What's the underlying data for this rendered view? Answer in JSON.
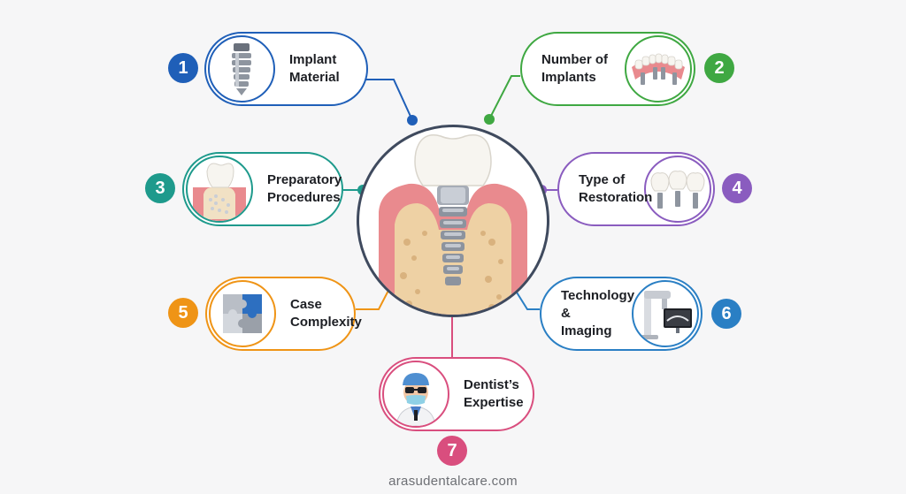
{
  "factors": [
    {
      "num": "1",
      "line1": "Implant",
      "line2": "Material",
      "color": "#1f5fb8",
      "icon": "implant-screw-icon"
    },
    {
      "num": "2",
      "line1": "Number of",
      "line2": "Implants",
      "color": "#3fa842",
      "icon": "full-arch-denture-icon"
    },
    {
      "num": "3",
      "line1": "Preparatory",
      "line2": "Procedures",
      "color": "#1e9a8c",
      "icon": "bone-graft-tooth-icon"
    },
    {
      "num": "4",
      "line1": "Type of",
      "line2": "Restoration",
      "color": "#8a5cbf",
      "icon": "implant-bridge-icon"
    },
    {
      "num": "5",
      "line1": "Case",
      "line2": "Complexity",
      "color": "#ef9416",
      "icon": "puzzle-icon"
    },
    {
      "num": "6",
      "line1": "Technology &",
      "line2": "Imaging",
      "color": "#2a7fc4",
      "icon": "cbct-scanner-icon"
    },
    {
      "num": "7",
      "line1": "Dentist’s",
      "line2": "Expertise",
      "color": "#d94e7e",
      "icon": "dentist-icon"
    }
  ],
  "hub": {
    "icon": "dental-implant-icon"
  },
  "footer": {
    "site": "arasudentalcare.com"
  }
}
